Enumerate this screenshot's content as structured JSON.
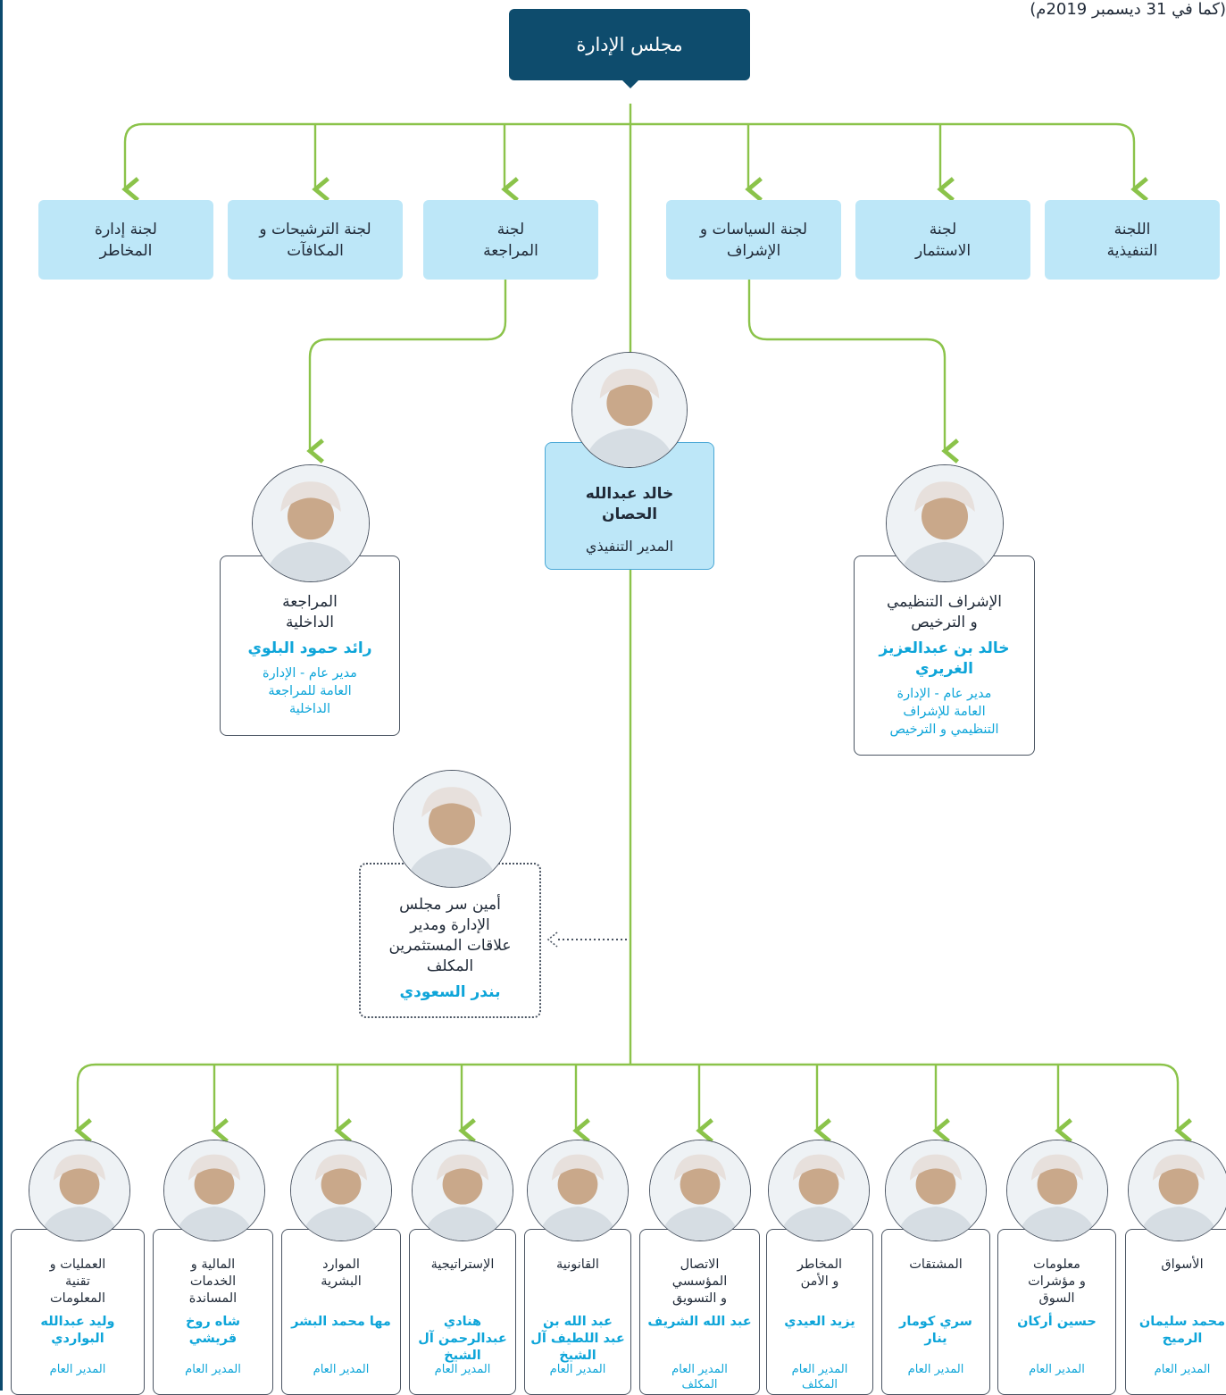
{
  "header": {
    "date_note": "(كما في 31 ديسمبر 2019م)"
  },
  "board": {
    "label": "مجلس الإدارة"
  },
  "committees": [
    {
      "label": "اللجنة\nالتنفيذية"
    },
    {
      "label": "لجنة\nالاستثمار"
    },
    {
      "label": "لجنة السياسات و\nالإشراف"
    },
    {
      "label": "لجنة\nالمراجعة"
    },
    {
      "label": "لجنة الترشيحات و\nالمكافآت"
    },
    {
      "label": "لجنة  إدارة\nالمخاطر"
    }
  ],
  "executive": {
    "name": "خالد عبدالله\nالحصان",
    "role": "المدير التنفيذي"
  },
  "internal_audit": {
    "title": "المراجعة\nالداخلية",
    "name": "رائد حمود البلوي",
    "role": "مدير عام - الإدارة\nالعامة للمراجعة\nالداخلية"
  },
  "regulatory": {
    "title": "الإشراف التنظيمي\nو الترخيص",
    "name": "خالد بن عبدالعزيز\nالغريري",
    "role": "مدير عام - الإدارة\nالعامة للإشراف\nالتنظيمي و الترخيص"
  },
  "secretary": {
    "title": "أمين سر مجلس\nالإدارة ومدير\nعلاقات المستثمرين\nالمكلف",
    "name": "بندر السعودي"
  },
  "departments": [
    {
      "title": "الأسواق",
      "name": "محمد سليمان\nالرميح",
      "role": "المدير العام"
    },
    {
      "title": "معلومات\nو مؤشرات\nالسوق",
      "name": "حسين أركان",
      "role": "المدير العام"
    },
    {
      "title": "المشتقات",
      "name": "سري كومار\nينار",
      "role": "المدير العام"
    },
    {
      "title": "المخاطر\nو الأمن",
      "name": "يزيد العيدي",
      "role": "المدير العام\nالمكلف"
    },
    {
      "title": "الاتصال\nالمؤسسي\nو التسويق",
      "name": "عبد الله الشريف",
      "role": "المدير العام\nالمكلف"
    },
    {
      "title": "القانونية",
      "name": "عبد الله بن\nعبد اللطيف آل\nالشيخ",
      "role": "المدير العام"
    },
    {
      "title": "الإستراتيجية",
      "name": "هنادي\nعبدالرحمن آل\nالشيخ",
      "role": "المدير العام"
    },
    {
      "title": "الموارد\nالبشرية",
      "name": "مها محمد البشر",
      "role": "المدير العام"
    },
    {
      "title": "المالية و\nالخدمات\nالمساندة",
      "name": "شاه روخ\nقريشي",
      "role": "المدير العام"
    },
    {
      "title": "العمليات و\nتقنية\nالمعلومات",
      "name": "وليد عبدالله\nالبواردي",
      "role": "المدير العام"
    }
  ],
  "colors": {
    "connector": "#8bc34a",
    "board_fill": "#0e4c6d",
    "committee_fill": "#bde7f8",
    "name_text": "#0ea5d9"
  }
}
